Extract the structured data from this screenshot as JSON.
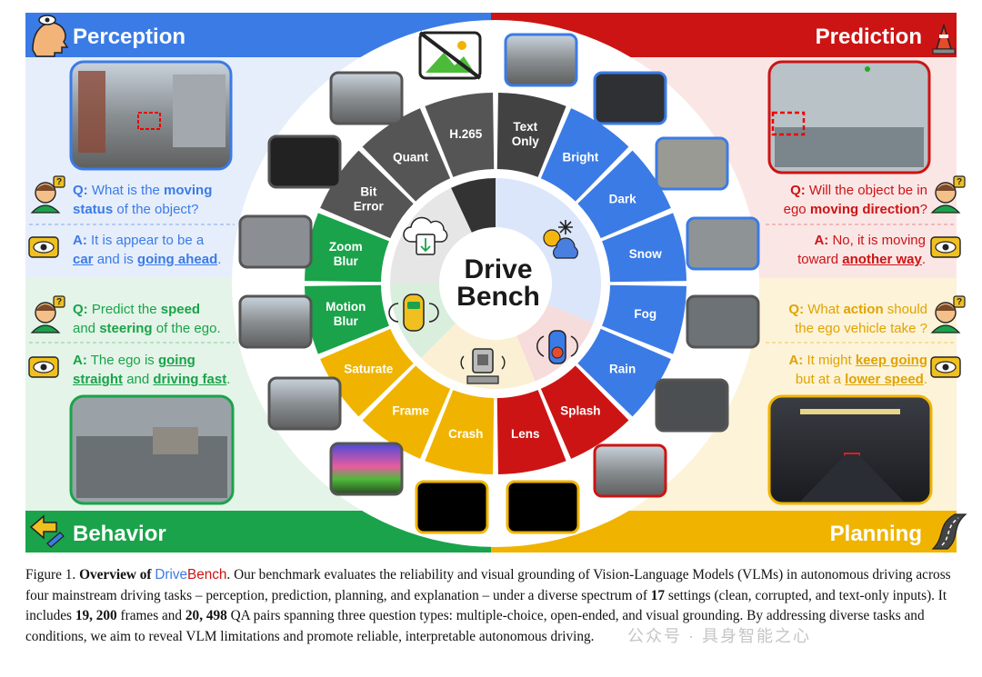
{
  "quadrants": {
    "perception": {
      "title": "Perception",
      "color": "#3b7be6"
    },
    "prediction": {
      "title": "Prediction",
      "color": "#cc1414"
    },
    "behavior": {
      "title": "Behavior",
      "color": "#1aa34a"
    },
    "planning": {
      "title": "Planning",
      "color": "#f0b400"
    }
  },
  "center": {
    "line1": "Drive",
    "line2": "Bench"
  },
  "segments": [
    {
      "label": "Text Only",
      "color": "#424242"
    },
    {
      "label": "Bright",
      "color": "#3b7be6"
    },
    {
      "label": "Dark",
      "color": "#3b7be6"
    },
    {
      "label": "Snow",
      "color": "#3b7be6"
    },
    {
      "label": "Fog",
      "color": "#3b7be6"
    },
    {
      "label": "Rain",
      "color": "#3b7be6"
    },
    {
      "label": "Splash",
      "color": "#cc1414"
    },
    {
      "label": "Lens",
      "color": "#cc1414"
    },
    {
      "label": "Crash",
      "color": "#f0b400"
    },
    {
      "label": "Frame",
      "color": "#f0b400"
    },
    {
      "label": "Saturate",
      "color": "#f0b400"
    },
    {
      "label": "Motion Blur",
      "color": "#1aa34a"
    },
    {
      "label": "Zoom Blur",
      "color": "#1aa34a"
    },
    {
      "label": "Bit Error",
      "color": "#555555"
    },
    {
      "label": "Quant",
      "color": "#555555"
    },
    {
      "label": "H.265",
      "color": "#555555"
    }
  ],
  "perception_qa": {
    "q_tag": "Q:",
    "q1": "What is the",
    "q2": "moving",
    "q3": "status",
    "q4": "of the object?",
    "a_tag": "A:",
    "a1": "It is appear to be a",
    "a2": "car",
    "a3": "and is",
    "a4": "going ahead",
    "a5": "."
  },
  "prediction_qa": {
    "q_tag": "Q:",
    "q1": "Will the object be in",
    "q2": "ego",
    "q3": "moving direction",
    "q4": "?",
    "a_tag": "A:",
    "a1": "No, it is moving",
    "a2": "toward",
    "a3": "another way",
    "a4": "."
  },
  "behavior_qa": {
    "q_tag": "Q:",
    "q1": "Predict the",
    "q2": "speed",
    "q3": "and",
    "q4": "steering",
    "q5": "of the ego.",
    "a_tag": "A:",
    "a1": "The ego is",
    "a2": "going",
    "a3": "straight",
    "a4": "and",
    "a5": "driving fast",
    "a6": "."
  },
  "planning_qa": {
    "q_tag": "Q:",
    "q1": "What",
    "q2": "action",
    "q3": "should",
    "q4": "the ego vehicle take ?",
    "a_tag": "A:",
    "a1": "It might",
    "a2": "keep going",
    "a3": "but at a",
    "a4": "lower speed",
    "a5": "."
  },
  "caption": {
    "fig": "Figure 1.",
    "overview": "Overview of",
    "name_a": "Drive",
    "name_b": "Bench",
    "t1": ". Our benchmark evaluates the reliability and visual grounding of Vision-Language Models (VLMs) in autonomous driving across four mainstream driving tasks – perception, prediction, planning, and explanation – under a diverse spectrum of",
    "n17": "17",
    "t2": "settings (clean, corrupted, and text-only inputs). It includes",
    "n19200": "19, 200",
    "t3": "frames and",
    "n20498": "20, 498",
    "t4": "QA pairs spanning three question types: multiple-choice, open-ended, and visual grounding. By addressing diverse tasks and conditions, we aim to reveal VLM limitations and promote reliable, interpretable autonomous driving."
  },
  "watermark": "公众号 · 具身智能之心"
}
